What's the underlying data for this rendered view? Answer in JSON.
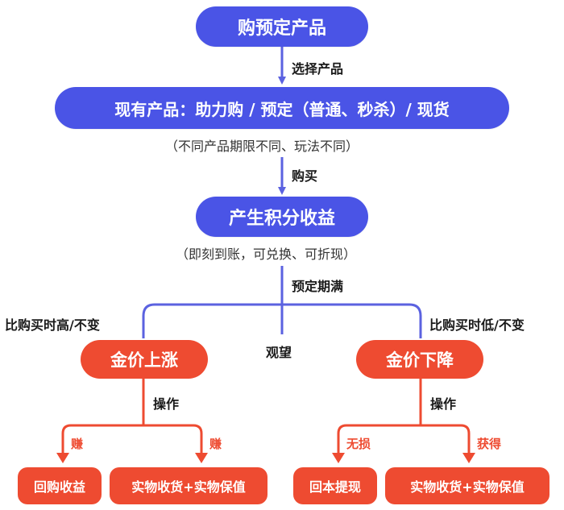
{
  "nodes": {
    "start": "购预定产品",
    "products": "现有产品：助力购 / 预定（普通、秒杀）/ 现货",
    "products_note": "（不同产品期限不同、玩法不同）",
    "earn": "产生积分收益",
    "earn_note": "（即刻到账，可兑换、可折现）",
    "gold_up": "金价上涨",
    "gold_down": "金价下降",
    "out_buyback": "回购收益",
    "out_physical_left": "实物收货+实物保值",
    "out_recover": "回本提现",
    "out_physical_right": "实物收货+实物保值"
  },
  "edges": {
    "select": "选择产品",
    "buy": "购买",
    "maturity": "预定期满",
    "higher": "比购买时高/不变",
    "watch": "观望",
    "lower": "比购买时低/不变",
    "op_left": "操作",
    "op_right": "操作",
    "earn_a": "赚",
    "earn_b": "赚",
    "no_loss": "无损",
    "gain": "获得"
  },
  "colors": {
    "blue": "#4a54e6",
    "red": "#ee4b31",
    "line_blue": "#5b62e0",
    "line_red": "#ee4b31"
  }
}
